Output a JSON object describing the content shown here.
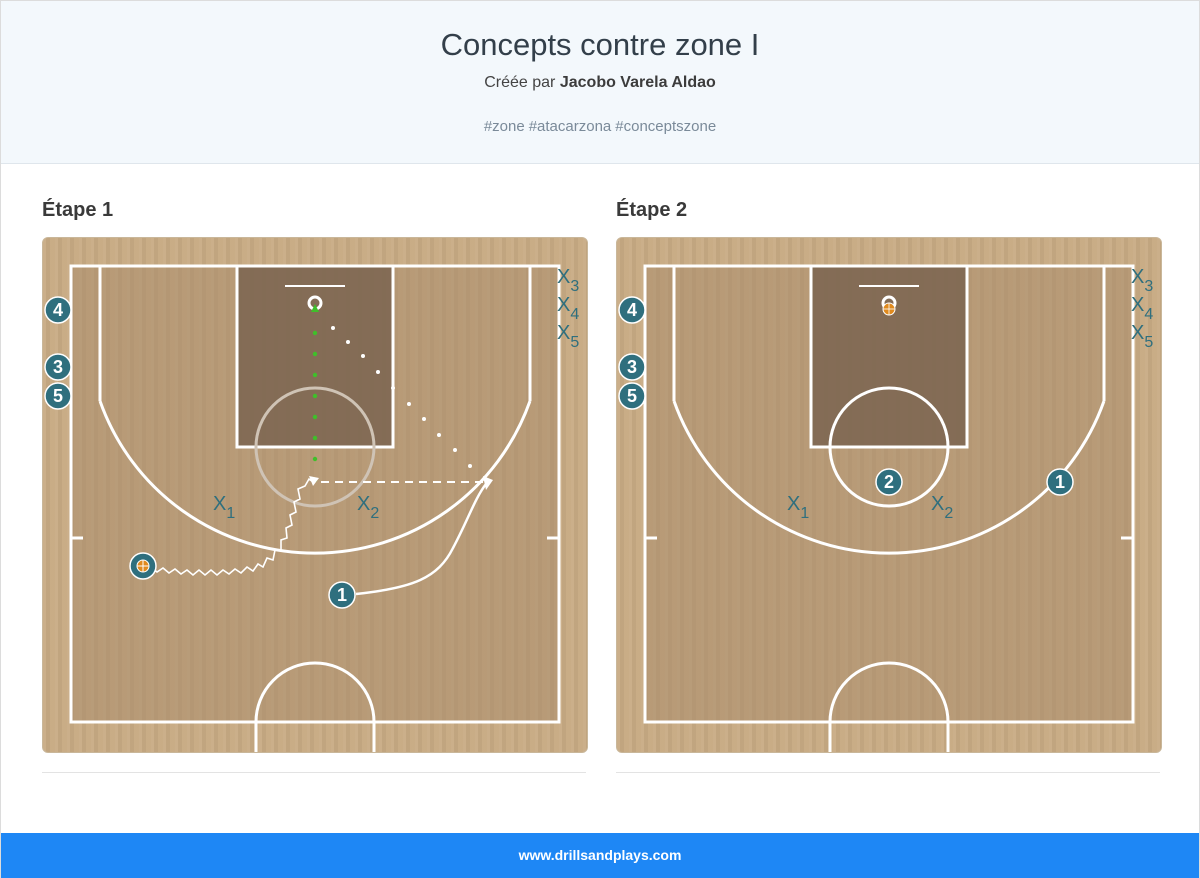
{
  "header": {
    "title": "Concepts contre zone I",
    "author_prefix": "Créée par",
    "author_name": "Jacobo Varela Aldao",
    "tags": [
      "#zone",
      "#atacarzona",
      "#conceptszone"
    ]
  },
  "steps": [
    {
      "title": "Étape 1",
      "offense": [
        "4",
        "3",
        "5",
        "1"
      ],
      "defense": [
        "X1",
        "X2",
        "X3",
        "X4",
        "X5"
      ]
    },
    {
      "title": "Étape 2",
      "offense": [
        "4",
        "3",
        "5",
        "2",
        "1"
      ],
      "defense": [
        "X1",
        "X2",
        "X3",
        "X4",
        "X5"
      ]
    }
  ],
  "colors": {
    "player": "#2f6f7e",
    "defense": "#2f6f7e",
    "court_dark": "#7a6450",
    "footer": "#1e87f5"
  },
  "icons": [
    "basketball-icon",
    "hoop-icon"
  ],
  "footer": {
    "url": "www.drillsandplays.com"
  }
}
